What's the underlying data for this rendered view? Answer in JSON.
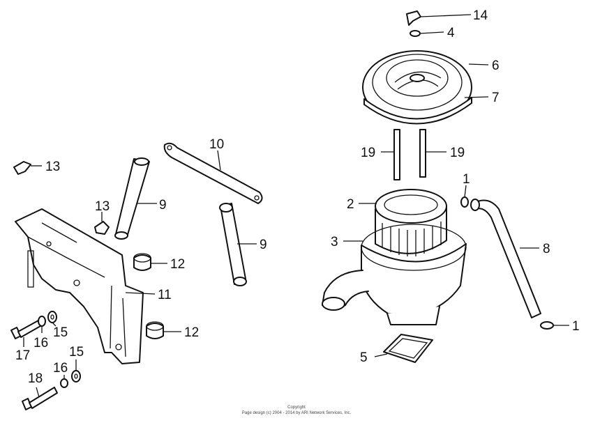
{
  "callouts": {
    "c1a": "1",
    "c1b": "1",
    "c2": "2",
    "c3": "3",
    "c4": "4",
    "c5": "5",
    "c6": "6",
    "c7": "7",
    "c8": "8",
    "c9a": "9",
    "c9b": "9",
    "c10": "10",
    "c11": "11",
    "c12a": "12",
    "c12b": "12",
    "c13a": "13",
    "c13b": "13",
    "c14": "14",
    "c15a": "15",
    "c15b": "15",
    "c16a": "16",
    "c16b": "16",
    "c17": "17",
    "c18": "18",
    "c19a": "19",
    "c19b": "19"
  },
  "footer": {
    "line1": "Copyright",
    "line2": "Page design (c) 2004 - 2014 by ARI Network Services, Inc."
  },
  "colors": {
    "ink": "#111111",
    "paper": "#ffffff"
  }
}
